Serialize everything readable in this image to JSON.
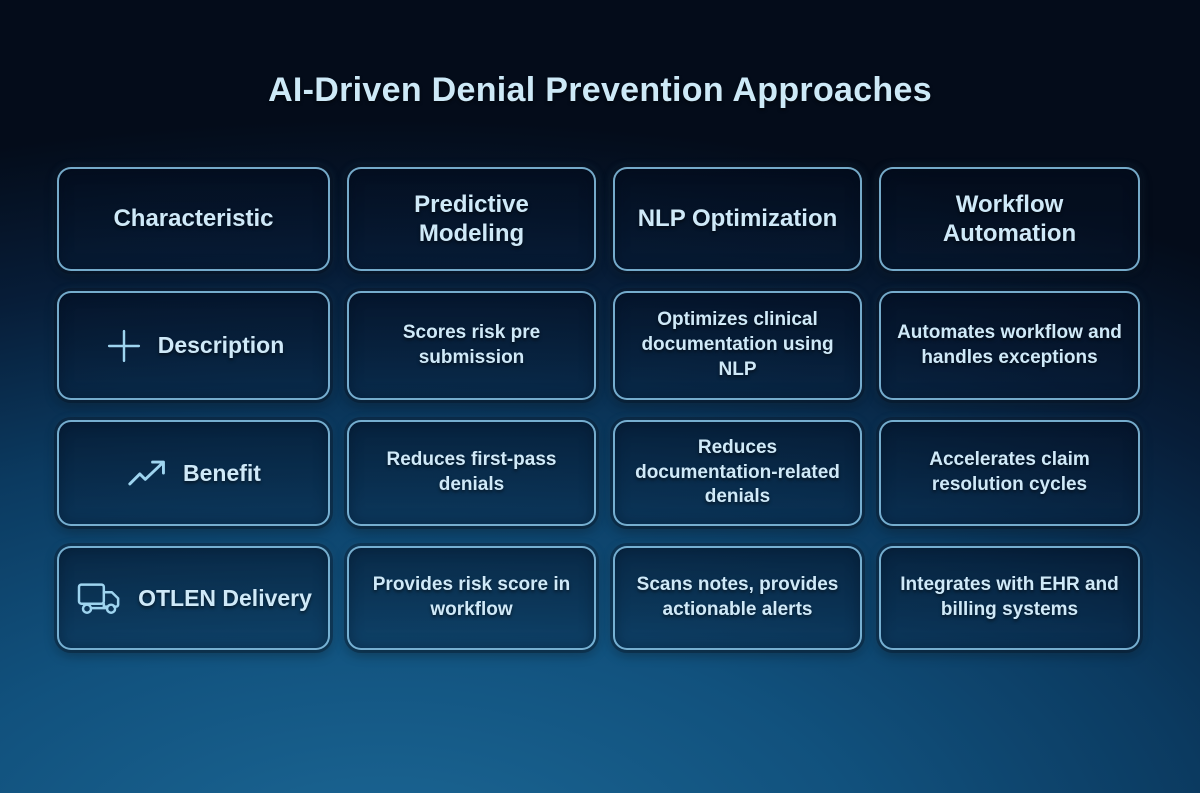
{
  "title": "AI-Driven Denial Prevention Approaches",
  "colors": {
    "background_top": "#050d1c",
    "background_glow": "#1c6896",
    "card_border": "#89c5e7",
    "text": "#cfe9f8",
    "icon": "#9ed4ef"
  },
  "table": {
    "headers": [
      "Characteristic",
      "Predictive Modeling",
      "NLP Optimization",
      "Workflow Automation"
    ],
    "rows": [
      {
        "label": "Description",
        "icon": "plus-icon",
        "cells": [
          "Scores risk pre submission",
          "Optimizes clinical documentation using NLP",
          "Automates workflow and handles exceptions"
        ]
      },
      {
        "label": "Benefit",
        "icon": "trending-up-icon",
        "cells": [
          "Reduces first-pass denials",
          "Reduces documentation-related denials",
          "Accelerates claim resolution cycles"
        ]
      },
      {
        "label": "OTLEN Delivery",
        "icon": "truck-icon",
        "cells": [
          "Provides risk score in workflow",
          "Scans notes, provides actionable alerts",
          "Integrates with EHR and billing systems"
        ]
      }
    ]
  }
}
